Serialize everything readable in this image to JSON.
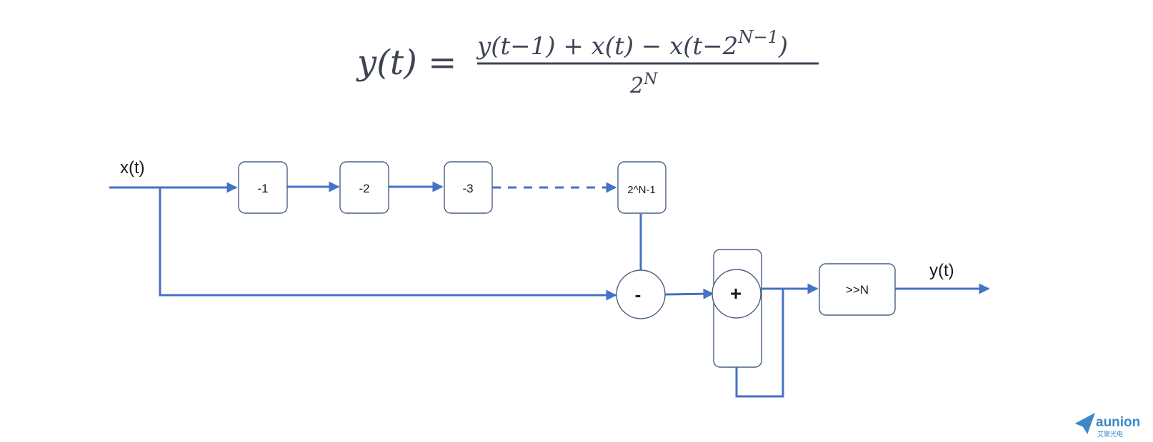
{
  "formula": {
    "lhs": "y(t) =",
    "numerator": "y(t−1) + x(t) − x(t−2",
    "numerator_exponent": "N−1",
    "numerator_close": ")",
    "denominator_base": "2",
    "denominator_exponent": "N"
  },
  "diagram": {
    "input_label": "x(t)",
    "output_label": "y(t)",
    "delay_blocks": [
      "-1",
      "-2",
      "-3",
      "2^N-1"
    ],
    "subtract_label": "-",
    "add_label": "+",
    "shift_label": ">>N"
  },
  "colors": {
    "wire": "#4472c4",
    "block_border": "#4a5f85",
    "formula_text": "#3f4454",
    "logo": "#3a88c8"
  },
  "logo": {
    "name": "aunion",
    "subtitle": "艾聚光电",
    "icon": "paper-plane-icon"
  }
}
